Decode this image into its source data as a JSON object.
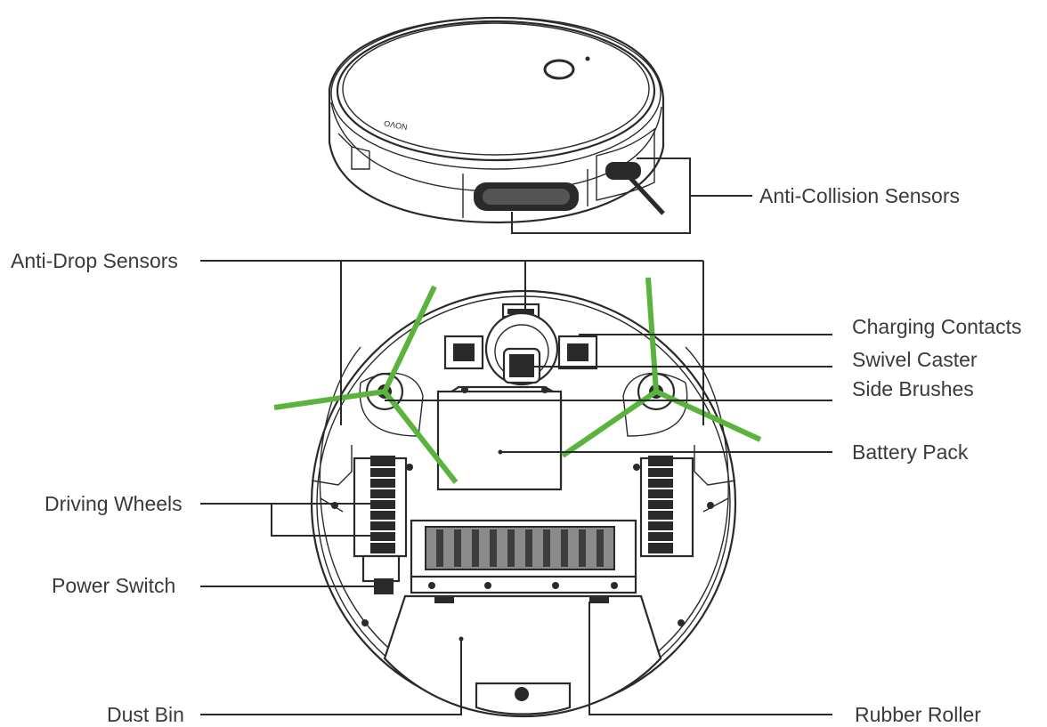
{
  "labels": {
    "anti_collision": "Anti-Collision Sensors",
    "anti_drop": "Anti-Drop Sensors",
    "charging_contacts": "Charging Contacts",
    "swivel_caster": "Swivel Caster",
    "side_brushes": "Side Brushes",
    "battery_pack": "Battery Pack",
    "driving_wheels": "Driving Wheels",
    "power_switch": "Power Switch",
    "dust_bin": "Dust Bin",
    "rubber_roller": "Rubber Roller"
  },
  "colors": {
    "brush": "#5ab33d",
    "line": "#2a2a2a",
    "text": "#3a3a3a"
  }
}
